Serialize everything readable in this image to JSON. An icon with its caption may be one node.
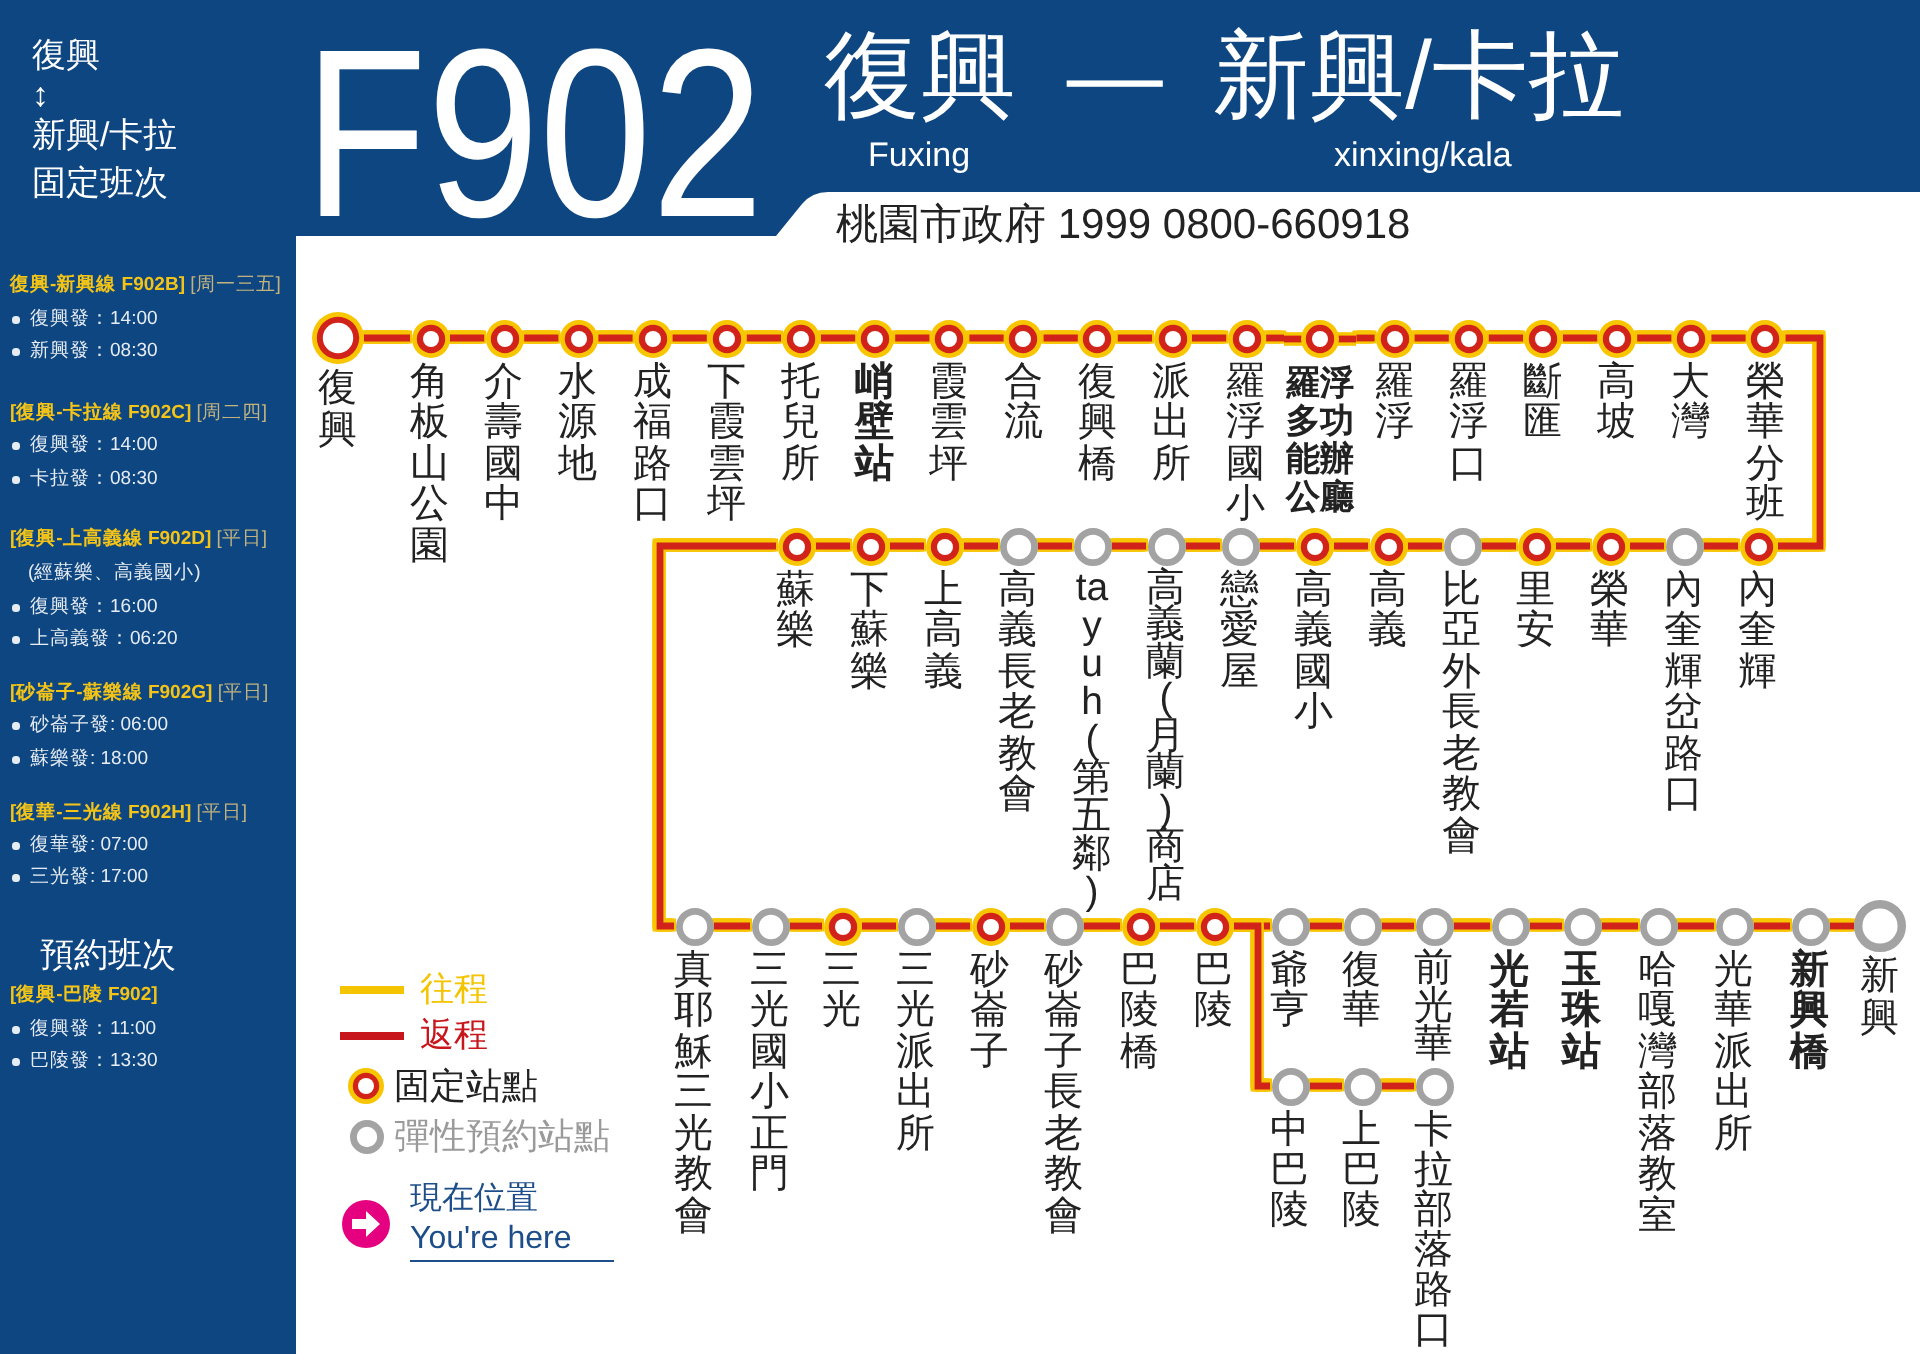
{
  "diagram": {
    "title": "F902",
    "nodes": [
      {
        "text": [
          "復興",
          "↕",
          "新興/卡拉",
          "固定班次",
          "**復興-新興線 F902B]** [周一三五]",
          "復興發：14:00",
          "新興發：08:30",
          "**[復興-卡拉線 F902C]** [周二四]",
          "復興發：14:00",
          "卡拉發：08:30",
          "**[復興-上高義線 F902D]** [平日]",
          "(經蘇樂、高義國小)",
          "復興發：16:00",
          "上高義發：06:20",
          "**[砂崙子-蘇樂線 F902G]** [平日]",
          "砂崙子發: 06:00",
          "蘇樂發: 18:00",
          "**[復華-三光線 F902H]** [平日]",
          "復華發: 07:00",
          "三光發: 17:00",
          "預約班次",
          "[復興-巴陵 F902]",
          "復興發：11:00",
          "巴陵發：13:30"
        ]
      },
      {
        "text": [
          "復興 — 新興/卡拉",
          "Fuxing",
          "xinxing/kala",
          "桃園市政府 1999 0800-660918"
        ]
      },
      {
        "text": [
          "復興"
        ]
      },
      {
        "text": [
          "角板山公園"
        ]
      },
      {
        "text": [
          "介壽國中"
        ]
      },
      {
        "text": [
          "水源地"
        ]
      },
      {
        "text": [
          "成福路口"
        ]
      },
      {
        "text": [
          "下霞雲坪"
        ]
      },
      {
        "text": [
          "托兒所"
        ]
      },
      {
        "text": [
          "峭壁站"
        ]
      },
      {
        "text": [
          "霞雲坪"
        ]
      },
      {
        "text": [
          "合流"
        ]
      },
      {
        "text": [
          "復興橋"
        ]
      },
      {
        "text": [
          "派出所"
        ]
      },
      {
        "text": [
          "羅浮國小"
        ]
      },
      {
        "text": [
          "羅浮多功能辦公廳"
        ]
      },
      {
        "text": [
          "羅浮"
        ]
      },
      {
        "text": [
          "羅浮口"
        ]
      },
      {
        "text": [
          "斷匯"
        ]
      },
      {
        "text": [
          "高坡"
        ]
      },
      {
        "text": [
          "大灣"
        ]
      },
      {
        "text": [
          "榮華分班"
        ]
      },
      {
        "text": [
          "蘇樂"
        ]
      },
      {
        "text": [
          "下蘇樂"
        ]
      },
      {
        "text": [
          "上高義"
        ]
      },
      {
        "text": [
          "高義長老教會"
        ]
      },
      {
        "text": [
          "tayuh(第五鄰)"
        ]
      },
      {
        "text": [
          "高義蘭(月蘭)商店"
        ]
      },
      {
        "text": [
          "戀愛屋"
        ]
      },
      {
        "text": [
          "高義國小"
        ]
      },
      {
        "text": [
          "高義"
        ]
      },
      {
        "text": [
          "比亞外長老教會"
        ]
      },
      {
        "text": [
          "里安"
        ]
      },
      {
        "text": [
          "榮華"
        ]
      },
      {
        "text": [
          "內奎輝岔路口"
        ]
      },
      {
        "text": [
          "內奎輝"
        ]
      },
      {
        "text": [
          "真耶穌三光教會"
        ]
      },
      {
        "text": [
          "三光國小正門"
        ]
      },
      {
        "text": [
          "三光"
        ]
      },
      {
        "text": [
          "三光派出所"
        ]
      },
      {
        "text": [
          "砂崙子"
        ]
      },
      {
        "text": [
          "砂崙子長老教會"
        ]
      },
      {
        "text": [
          "巴陵橋"
        ]
      },
      {
        "text": [
          "巴陵"
        ]
      },
      {
        "text": [
          "爺亨"
        ]
      },
      {
        "text": [
          "復華"
        ]
      },
      {
        "text": [
          "前光華"
        ]
      },
      {
        "text": [
          "光若站"
        ]
      },
      {
        "text": [
          "玉珠站"
        ]
      },
      {
        "text": [
          "哈嘎灣部落教室"
        ]
      },
      {
        "text": [
          "光華派出所"
        ]
      },
      {
        "text": [
          "新興橋"
        ]
      },
      {
        "text": [
          "新興"
        ]
      },
      {
        "text": [
          "中巴陵"
        ]
      },
      {
        "text": [
          "上巴陵"
        ]
      },
      {
        "text": [
          "卡拉部落路口"
        ]
      }
    ],
    "edges": [
      {
        "from": 2,
        "to": 3,
        "arrow": "none"
      },
      {
        "from": 3,
        "to": 4,
        "arrow": "none"
      },
      {
        "from": 4,
        "to": 5,
        "arrow": "none"
      },
      {
        "from": 5,
        "to": 6,
        "arrow": "none"
      },
      {
        "from": 6,
        "to": 7,
        "arrow": "none"
      },
      {
        "from": 7,
        "to": 8,
        "arrow": "none"
      },
      {
        "from": 8,
        "to": 9,
        "arrow": "none"
      },
      {
        "from": 9,
        "to": 10,
        "arrow": "none"
      },
      {
        "from": 10,
        "to": 11,
        "arrow": "none"
      },
      {
        "from": 11,
        "to": 12,
        "arrow": "none"
      },
      {
        "from": 12,
        "to": 13,
        "arrow": "none"
      },
      {
        "from": 13,
        "to": 14,
        "arrow": "none"
      },
      {
        "from": 14,
        "to": 15,
        "arrow": "none"
      },
      {
        "from": 15,
        "to": 16,
        "arrow": "none"
      },
      {
        "from": 16,
        "to": 17,
        "arrow": "none"
      },
      {
        "from": 17,
        "to": 18,
        "arrow": "none"
      },
      {
        "from": 18,
        "to": 19,
        "arrow": "none"
      },
      {
        "from": 19,
        "to": 20,
        "arrow": "none"
      },
      {
        "from": 20,
        "to": 21,
        "arrow": "none"
      },
      {
        "from": 21,
        "to": 35,
        "arrow": "none"
      },
      {
        "from": 35,
        "to": 34,
        "arrow": "none"
      },
      {
        "from": 34,
        "to": 33,
        "arrow": "none"
      },
      {
        "from": 33,
        "to": 32,
        "arrow": "none"
      },
      {
        "from": 32,
        "to": 31,
        "arrow": "none"
      },
      {
        "from": 31,
        "to": 30,
        "arrow": "none"
      },
      {
        "from": 30,
        "to": 29,
        "arrow": "none"
      },
      {
        "from": 29,
        "to": 28,
        "arrow": "none"
      },
      {
        "from": 28,
        "to": 27,
        "arrow": "none"
      },
      {
        "from": 27,
        "to": 26,
        "arrow": "none"
      },
      {
        "from": 26,
        "to": 25,
        "arrow": "none"
      },
      {
        "from": 25,
        "to": 24,
        "arrow": "none"
      },
      {
        "from": 24,
        "to": 23,
        "arrow": "none"
      },
      {
        "from": 23,
        "to": 22,
        "arrow": "none"
      },
      {
        "from": 22,
        "to": 36,
        "arrow": "none"
      },
      {
        "from": 36,
        "to": 37,
        "arrow": "none"
      },
      {
        "from": 37,
        "to": 38,
        "arrow": "none"
      },
      {
        "from": 38,
        "to": 39,
        "arrow": "none"
      },
      {
        "from": 39,
        "to": 40,
        "arrow": "none"
      },
      {
        "from": 40,
        "to": 41,
        "arrow": "none"
      },
      {
        "from": 41,
        "to": 42,
        "arrow": "none"
      },
      {
        "from": 42,
        "to": 43,
        "arrow": "none"
      },
      {
        "from": 43,
        "to": 44,
        "arrow": "none"
      },
      {
        "from": 44,
        "to": 45,
        "arrow": "none"
      },
      {
        "from": 45,
        "to": 46,
        "arrow": "none"
      },
      {
        "from": 46,
        "to": 47,
        "arrow": "none"
      },
      {
        "from": 47,
        "to": 48,
        "arrow": "none"
      },
      {
        "from": 48,
        "to": 49,
        "arrow": "none"
      },
      {
        "from": 49,
        "to": 50,
        "arrow": "none"
      },
      {
        "from": 50,
        "to": 51,
        "arrow": "none"
      },
      {
        "from": 51,
        "to": 52,
        "arrow": "none"
      },
      {
        "from": 43,
        "to": 53,
        "arrow": "none"
      },
      {
        "from": 53,
        "to": 54,
        "arrow": "none"
      },
      {
        "from": 54,
        "to": 55,
        "arrow": "none"
      }
    ],
    "legend": [
      {
        "text": "往程",
        "color": "#f5c400"
      },
      {
        "text": "返程",
        "color": "#c8161d"
      },
      {
        "text": "固定站點"
      },
      {
        "text": "彈性預約站點"
      },
      {
        "text": "現在位置 You're here"
      }
    ]
  }
}
